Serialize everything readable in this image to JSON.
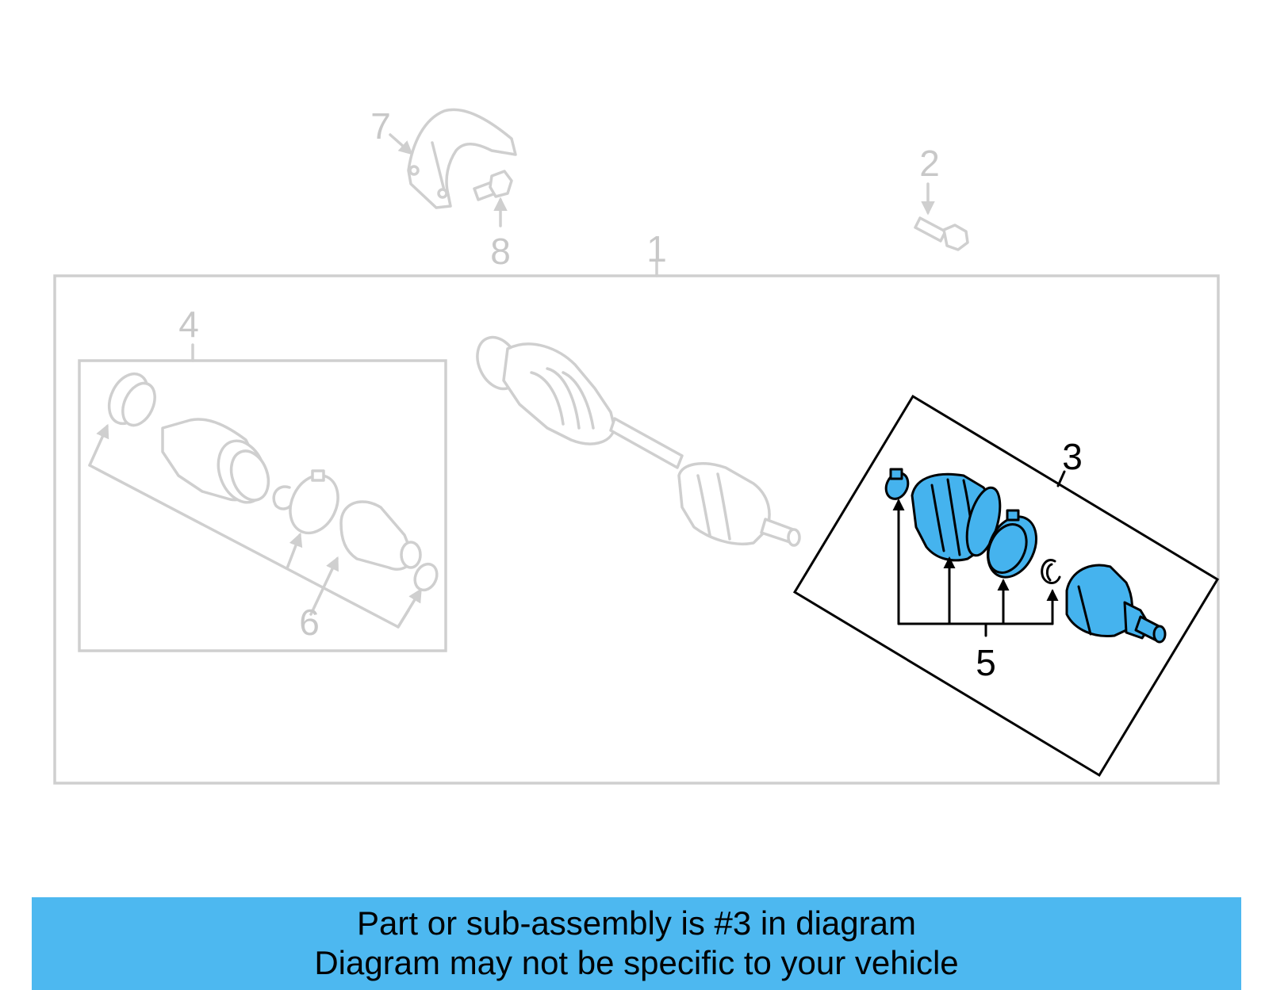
{
  "colors": {
    "highlight": "#45b3ee",
    "banner": "#4db8f0",
    "faded": "#cfcfcf"
  },
  "callouts": {
    "c1": "1",
    "c2": "2",
    "c3": "3",
    "c4": "4",
    "c5": "5",
    "c6": "6",
    "c7": "7",
    "c8": "8"
  },
  "highlighted_part": "3",
  "banner": {
    "line1": "Part or sub-assembly is #3 in diagram",
    "line2": "Diagram may not be specific to your vehicle"
  }
}
